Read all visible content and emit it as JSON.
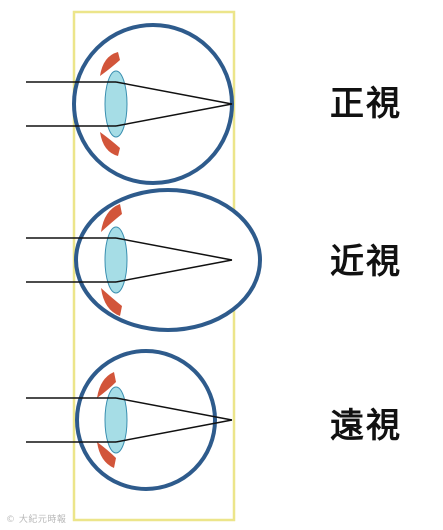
{
  "labels": {
    "normal": "正視",
    "myopia": "近視",
    "hyperopia": "遠視"
  },
  "watermark": "© 大紀元時報",
  "colors": {
    "eye_outline": "#2e5b8c",
    "lens_fill": "#a6dde6",
    "iris": "#d2553a",
    "ray": "#111111",
    "frame": "#ece58a"
  }
}
